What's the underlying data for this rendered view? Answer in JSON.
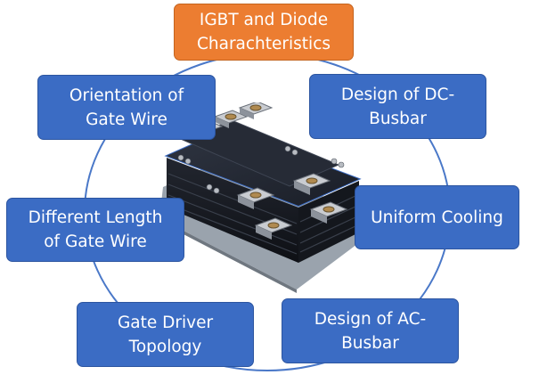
{
  "colors": {
    "box_blue": "#3b6cc4",
    "box_orange": "#ec7d31",
    "ring": "#4a78c8"
  },
  "center_image": {
    "icon": "igbt-power-module-icon"
  },
  "boxes": [
    {
      "id": "igbt",
      "color": "orange",
      "lines": [
        "IGBT and Diode",
        "Charachteristics"
      ]
    },
    {
      "id": "dc",
      "color": "blue",
      "lines": [
        "Design of DC-",
        "Busbar"
      ]
    },
    {
      "id": "cool",
      "color": "blue",
      "lines": [
        "Uniform Cooling"
      ]
    },
    {
      "id": "ac",
      "color": "blue",
      "lines": [
        "Design of AC-",
        "Busbar"
      ]
    },
    {
      "id": "gate",
      "color": "blue",
      "lines": [
        "Gate Driver",
        "Topology"
      ]
    },
    {
      "id": "length",
      "color": "blue",
      "lines": [
        "Different Length",
        "of Gate Wire"
      ]
    },
    {
      "id": "orient",
      "color": "blue",
      "lines": [
        "Orientation of",
        "Gate Wire"
      ]
    }
  ]
}
